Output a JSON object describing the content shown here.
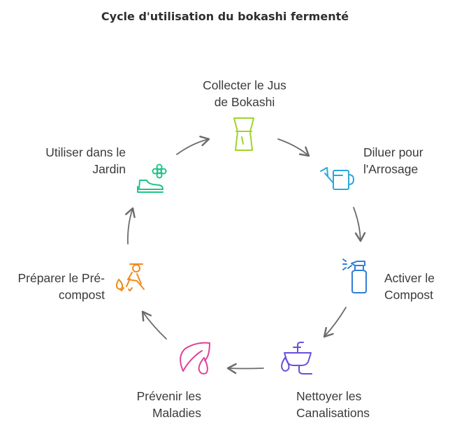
{
  "title": "Cycle d'utilisation du bokashi fermenté",
  "steps": [
    {
      "line1": "Collecter le Jus",
      "line2": "de Bokashi",
      "icon": "glass-icon",
      "color": "#9fd42b"
    },
    {
      "line1": "Diluer pour",
      "line2": "l'Arrosage",
      "icon": "watering-can-icon",
      "color": "#2aa7e0"
    },
    {
      "line1": "Activer le",
      "line2": "Compost",
      "icon": "spray-bottle-icon",
      "color": "#2f7fd6"
    },
    {
      "line1": "Nettoyer les",
      "line2": "Canalisations",
      "icon": "sink-icon",
      "color": "#6a4fd8"
    },
    {
      "line1": "Prévenir les",
      "line2": "Maladies",
      "icon": "leaf-drop-icon",
      "color": "#e0409a"
    },
    {
      "line1": "Préparer le Pré-",
      "line2": "compost",
      "icon": "gardener-icon",
      "color": "#f08a1c"
    },
    {
      "line1": "Utiliser dans le",
      "line2": "Jardin",
      "icon": "flower-shoe-icon",
      "color": "#1fc487"
    }
  ],
  "arrow_color": "#6b6b6b"
}
